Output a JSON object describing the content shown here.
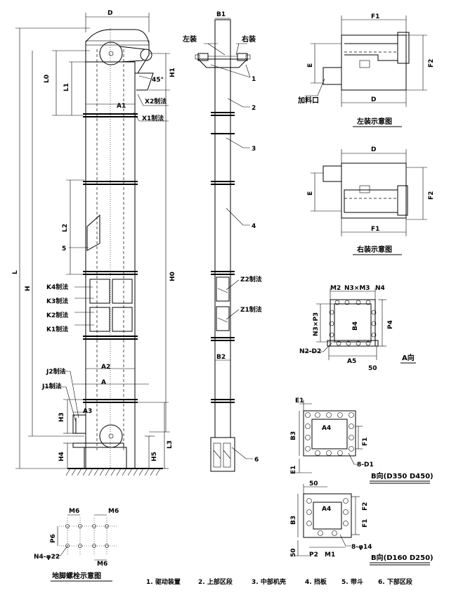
{
  "front_view": {
    "dims": {
      "D": "D",
      "L0": "L0",
      "L1": "L1",
      "H1": "H1",
      "A1": "A1",
      "L": "L",
      "H": "H",
      "H0": "H0",
      "L2": "L2",
      "A2": "A2",
      "A": "A",
      "A3": "A3",
      "H3": "H3",
      "H4": "H4",
      "H5": "H5",
      "L3": "L3",
      "angle": "45°"
    },
    "callouts": {
      "x2": "X2制法",
      "x1": "X1制法",
      "k4": "K4制法",
      "k3": "K3制法",
      "k2": "K2制法",
      "k1": "K1制法",
      "j2": "J2制法",
      "j1": "J1制法",
      "num5": "5"
    }
  },
  "side_view": {
    "dims": {
      "B1": "B1",
      "B2": "B2"
    },
    "labels": {
      "left": "左装",
      "right": "右装",
      "z2": "Z2制法",
      "z1": "Z1制法"
    },
    "numbers": [
      "1",
      "2",
      "3",
      "4",
      "6"
    ]
  },
  "left_install": {
    "dims": {
      "F1": "F1",
      "F2": "F2",
      "E": "E",
      "D": "D"
    },
    "inlet": "加料口",
    "caption": "左装示意图"
  },
  "right_install": {
    "dims": {
      "D": "D",
      "E": "E",
      "F2": "F2",
      "F1": "F1"
    },
    "caption": "右装示意图"
  },
  "view_a": {
    "dims": {
      "M2": "M2",
      "N3M3": "N3×M3",
      "N4": "N4",
      "N3P3": "N3×P3",
      "B4": "B4",
      "P4": "P4",
      "N2D2": "N2-D2",
      "A5": "A5",
      "s50": "50"
    },
    "caption": "A向"
  },
  "view_b1": {
    "dims": {
      "E1": "E1",
      "A4": "A4",
      "B3": "B3",
      "F1": "F1",
      "E1b": "E1",
      "BD1": "8-D1"
    },
    "caption": "B向(D350 D450)"
  },
  "view_b2": {
    "dims": {
      "s50top": "50",
      "A4": "A4",
      "F2": "F2",
      "F1": "F1",
      "B3": "B3",
      "s50": "50",
      "P2": "P2",
      "M1": "M1",
      "hole": "8-φ14"
    },
    "caption": "B向(D160 D250)"
  },
  "anchor": {
    "dims": {
      "M6a": "M6",
      "M6b": "M6",
      "P6": "P6",
      "N4phi": "N4-φ22",
      "M6c": "M6"
    },
    "caption": "地脚螺栓示意图"
  },
  "legend": [
    "1. 驱动装置",
    "2. 上部区段",
    "3. 中部机壳",
    "4. 挡板",
    "5. 带斗",
    "6. 下部区段"
  ]
}
